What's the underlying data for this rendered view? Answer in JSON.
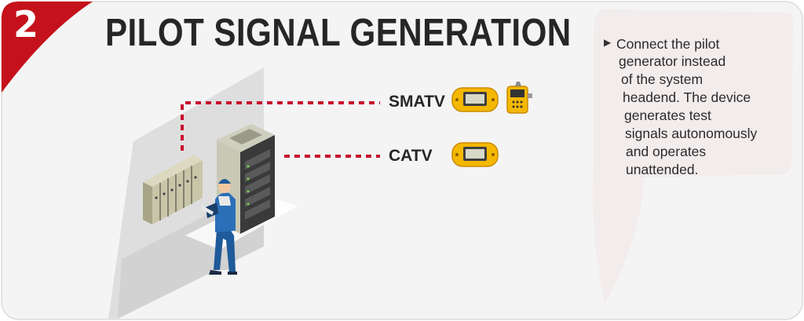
{
  "step": {
    "number": "2"
  },
  "title": "PILOT SIGNAL GENERATION",
  "links": [
    {
      "label": "SMATV"
    },
    {
      "label": "CATV"
    }
  ],
  "note": {
    "lines": [
      "Connect the pilot",
      "generator instead",
      "of the system",
      "headend. The device",
      "generates test",
      "signals autonomously",
      "and operates",
      "unattended."
    ]
  },
  "colors": {
    "accent_red": "#c5111b",
    "dash_red": "#c8102e",
    "meter_yellow": "#f5b800",
    "background": "#f4f4f4",
    "note_panel": "#f3ecec"
  }
}
